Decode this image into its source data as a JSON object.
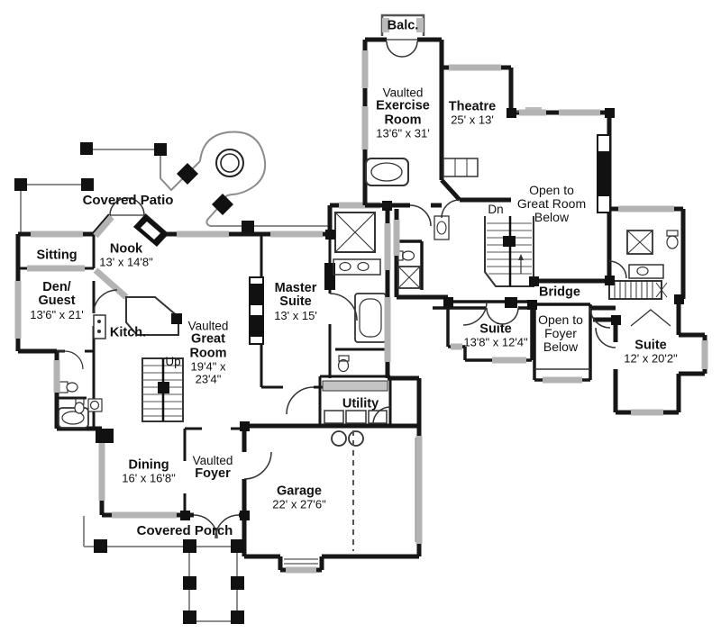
{
  "floor1": {
    "covered_patio": "Covered Patio",
    "sitting": "Sitting",
    "nook": {
      "name": "Nook",
      "dims": "13' x 14'8\""
    },
    "den_guest": {
      "l1": "Den/",
      "l2": "Guest",
      "dims": "13'6\" x 21'"
    },
    "kitchen": "Kitch.",
    "up": "Up",
    "great_room": {
      "q": "Vaulted",
      "l1": "Great",
      "l2": "Room",
      "d1": "19'4\" x",
      "d2": "23'4\""
    },
    "master_suite": {
      "l1": "Master",
      "l2": "Suite",
      "dims": "13' x 15'"
    },
    "utility": "Utility",
    "dining": {
      "name": "Dining",
      "dims": "16' x 16'8\""
    },
    "foyer": {
      "q": "Vaulted",
      "name": "Foyer"
    },
    "garage": {
      "name": "Garage",
      "dims": "22' x 27'6\""
    },
    "covered_porch": "Covered Porch"
  },
  "floor2": {
    "balcony": "Balc.",
    "exercise": {
      "q": "Vaulted",
      "l1": "Exercise",
      "l2": "Room",
      "dims": "13'6\" x 31'"
    },
    "theatre": {
      "name": "Theatre",
      "dims": "25' x 13'"
    },
    "open_great": {
      "l1": "Open to",
      "l2": "Great Room",
      "l3": "Below"
    },
    "dn": "Dn",
    "bridge": "Bridge",
    "suite1": {
      "name": "Suite",
      "dims": "13'8\" x 12'4\""
    },
    "open_foyer": {
      "l1": "Open to",
      "l2": "Foyer",
      "l3": "Below"
    },
    "suite2": {
      "name": "Suite",
      "dims": "12' x 20'2\""
    }
  },
  "colors": {
    "wall": "#161616",
    "window": "#b3b3b3",
    "thin": "#8c8c8c"
  }
}
